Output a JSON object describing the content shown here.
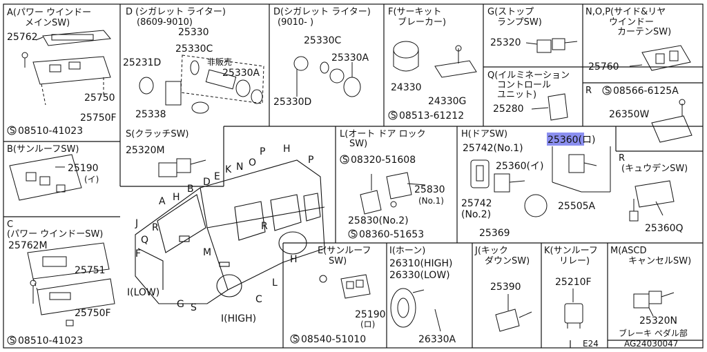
{
  "sections": {
    "A": {
      "header": "A(パワー ウインドー",
      "header2": "メインSW)",
      "parts": [
        "25762",
        "25750",
        "25750F"
      ],
      "screw": "08510-41023"
    },
    "B": {
      "header": "B(サンルーフSW)",
      "parts": [
        "25190",
        "(イ)"
      ]
    },
    "C": {
      "header": "C",
      "header2": "(パワー ウインドーSW)",
      "parts": [
        "25762M",
        "25751",
        "25750F"
      ],
      "screw": "08510-41023"
    },
    "D1": {
      "header": "D (シガレット ライター)",
      "header2": "(8609-9010)",
      "parts": [
        "25330",
        "25330C",
        "非販売",
        "25231D",
        "25330A",
        "25338"
      ]
    },
    "D2": {
      "header": "D(シガレット ライター)",
      "header2": "(9010-    )",
      "parts": [
        "25330C",
        "25330A",
        "25330D"
      ]
    },
    "F": {
      "header": "F(サーキット",
      "header2": "ブレーカー)",
      "parts": [
        "24330",
        "24330G"
      ],
      "screw": "08513-61212"
    },
    "G": {
      "header": "G(ストップ",
      "header2": "ランプSW)",
      "parts": [
        "25320"
      ]
    },
    "NOP": {
      "header": "N,O,P(サイド&リヤ",
      "header2": "ウインドー",
      "header3": "カーテンSW)",
      "parts": [
        "25760"
      ]
    },
    "Q": {
      "header": "Q(イルミネーション",
      "header2": "コントロール",
      "header3": "ユニット)",
      "parts": [
        "25280"
      ]
    },
    "R1": {
      "header": "R",
      "screw": "08566-6125A",
      "parts": [
        "26350W"
      ]
    },
    "S": {
      "header": "S(クラッチSW)",
      "parts": [
        "25320M"
      ]
    },
    "L": {
      "header": "L(オート ドア ロック",
      "header2": "SW)",
      "parts": [
        "25830",
        "(No.1)",
        "25830(No.2)"
      ],
      "screw1": "08320-51608",
      "screw2": "08360-51653"
    },
    "H": {
      "header": "H(ドアSW)",
      "parts": [
        "25742(No.1)",
        "25360(イ)",
        "25742",
        "(No.2)",
        "25505A",
        "25369"
      ],
      "highlight": "25360(ロ)"
    },
    "R2": {
      "header": "R",
      "header2": "(キュウデンSW)",
      "parts": [
        "25360Q"
      ]
    },
    "E": {
      "header": "E(サンルーフ",
      "header2": "SW)",
      "parts": [
        "25190",
        "(ロ)"
      ],
      "screw": "08540-51010"
    },
    "I": {
      "header": "I(ホーン)",
      "parts": [
        "26310(HIGH)",
        "26330(LOW)",
        "26330A"
      ]
    },
    "J": {
      "header": "J(キック",
      "header2": "ダウンSW)",
      "parts": [
        "25390"
      ]
    },
    "K": {
      "header": "K(サンルーフ",
      "header2": "リレー)",
      "parts": [
        "25210F"
      ]
    },
    "M": {
      "header": "M(ASCD",
      "header2": "キャンセルSW)",
      "parts": [
        "25320N"
      ],
      "note": "ブレーキ ペダル部"
    }
  },
  "car_callouts": [
    "A",
    "B",
    "C",
    "D",
    "E",
    "F",
    "G",
    "H",
    "H",
    "H",
    "I(LOW)",
    "I(HIGH)",
    "J",
    "K",
    "L",
    "M",
    "N",
    "O",
    "P",
    "P",
    "Q",
    "R",
    "R",
    "S"
  ],
  "footer": {
    "left": "E24",
    "right": "AG24030047"
  },
  "colors": {
    "line": "#111111",
    "highlight": "#8b8ff0"
  }
}
